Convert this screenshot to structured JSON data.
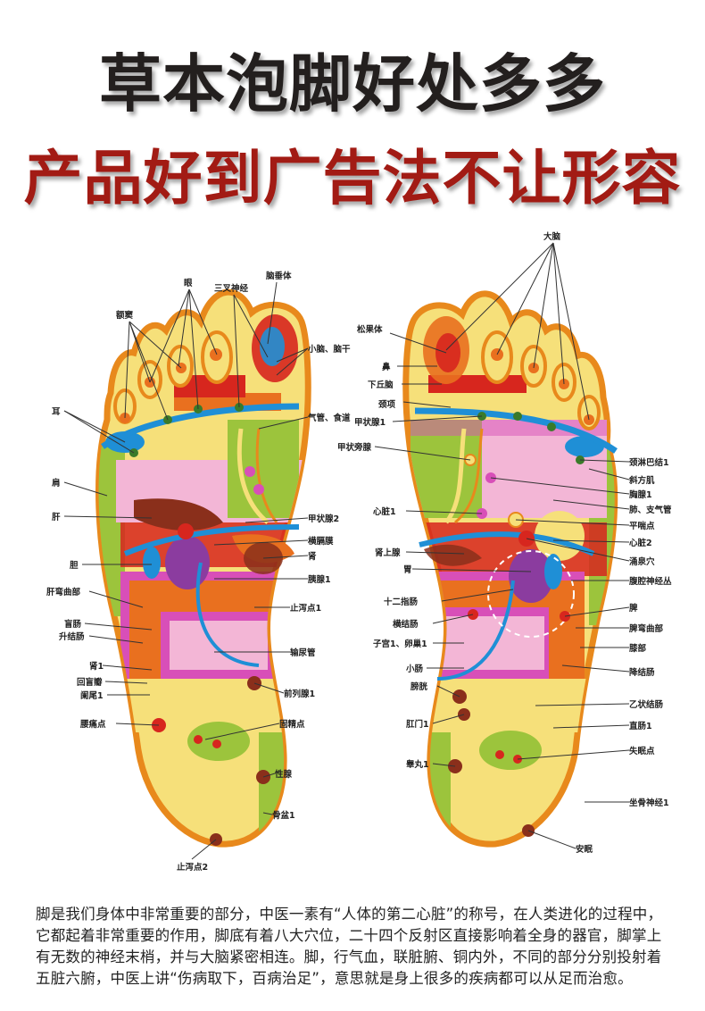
{
  "titles": {
    "line1": "草本泡脚好处多多",
    "line2": "产品好到广告法不让形容"
  },
  "left_foot": {
    "labels": {
      "eye": "眼",
      "trigeminal": "三叉神经",
      "pituitary": "脑垂体",
      "sinus": "额窦",
      "cerebellum": "小脑、脑干",
      "ear": "耳",
      "trachea": "气管、食道",
      "shoulder": "肩",
      "thyroid2": "甲状腺2",
      "liver": "肝",
      "diaphragm": "横膈膜",
      "kidney": "肾",
      "gallbladder": "胆",
      "pancreas1": "胰腺1",
      "hepatic_flexure": "肝弯曲部",
      "diarrhea1": "止泻点1",
      "cecum": "盲肠",
      "ascending_colon": "升结肠",
      "ureter": "输尿管",
      "kidney1": "肾1",
      "ileocecal": "回盲瓣",
      "appendix1": "阑尾1",
      "prostate1": "前列腺1",
      "lumbago": "腰痛点",
      "sperm": "固精点",
      "gonad": "性腺",
      "pelvis1": "骨盆1",
      "diarrhea2": "止泻点2"
    }
  },
  "right_foot": {
    "labels": {
      "brain": "大脑",
      "pineal": "松果体",
      "nose": "鼻",
      "hypothalamus": "下丘脑",
      "neck": "颈项",
      "thyroid1": "甲状腺1",
      "parathyroid": "甲状旁腺",
      "lymph1": "颈淋巴结1",
      "trapezius": "斜方肌",
      "chest1": "胸腺1",
      "lung": "肺、支气管",
      "heart1": "心脏1",
      "asthma": "平喘点",
      "heart2": "心脏2",
      "adrenal": "肾上腺",
      "yongquan": "涌泉穴",
      "stomach": "胃",
      "celiac": "腹腔神经丛",
      "duodenum": "十二指肠",
      "spleen": "脾",
      "transverse_colon": "横结肠",
      "splenic_flexure": "脾弯曲部",
      "uterus": "子宫1、卵巢1",
      "waist": "膝部",
      "small_intestine": "小肠",
      "descending_colon": "降结肠",
      "bladder": "膀胱",
      "sigmoid": "乙状结肠",
      "anus1": "肛门1",
      "rectum1": "直肠1",
      "insomnia": "失眠点",
      "testis1": "睾丸1",
      "sciatic1": "坐骨神经1",
      "calm": "安眠"
    }
  },
  "description": "脚是我们身体中非常重要的部分，中医一素有“人体的第二心脏”的称号，在人类进化的过程中，它都起着非常重要的作用，脚底有着八大穴位，二十四个反射区直接影响着全身的器官，脚掌上有无数的神经末梢，并与大脑紧密相连。脚，行气血，联脏腑、铜内外，不同的部分分别投射着五脏六腑，中医上讲“伤病取下，百病治足”，意思就是身上很多的疾病都可以从足而治愈。",
  "colors": {
    "title": "#231f1e",
    "title_accent": "#a21b14",
    "foot_outline": "#e8891c",
    "foot_yellow": "#f6e07a",
    "pink": "#f3b6d6",
    "magenta": "#d84fb8",
    "red": "#d7261e",
    "orange": "#e9701f",
    "blue": "#1f8fd6",
    "purple": "#8b3c9f",
    "green": "#9cc43c",
    "brown": "#8a2f1b"
  }
}
